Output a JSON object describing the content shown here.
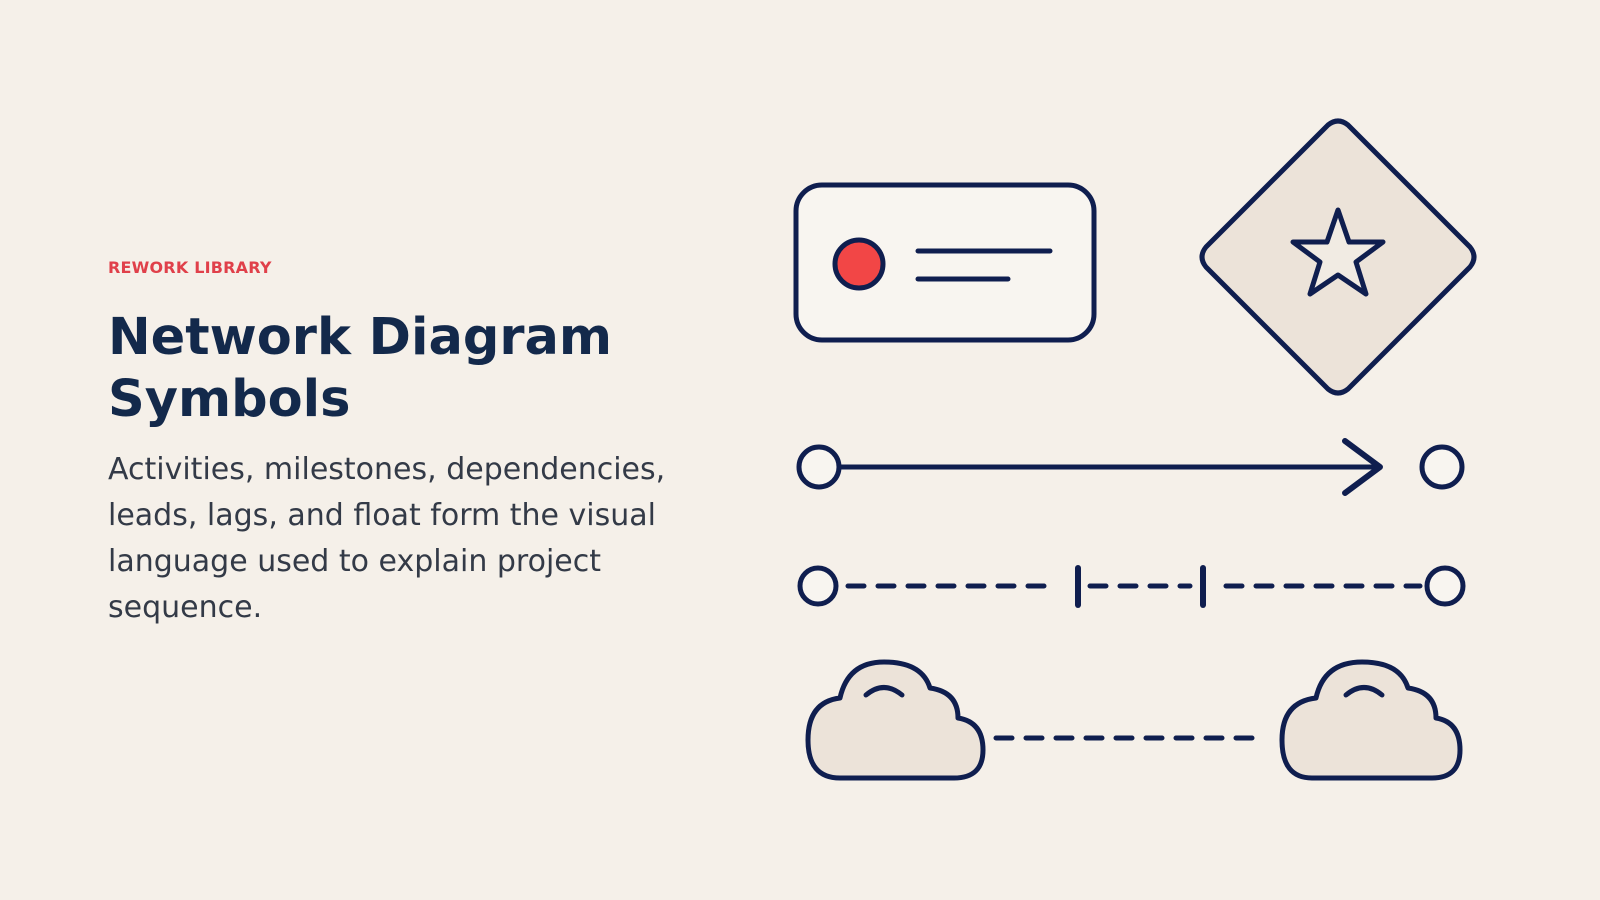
{
  "header": {
    "eyebrow": "REWORK LIBRARY",
    "title": "Network Diagram Symbols",
    "description": "Activities, milestones, dependencies, leads, lags, and float form the visual language used to explain project sequence."
  },
  "colors": {
    "background": "#f5f0e9",
    "accent": "#e0404a",
    "navy": "#0f1e4f",
    "title": "#13294b",
    "shape_fill": "#ece3d9",
    "card_fill": "#f8f5f0"
  },
  "symbols": [
    {
      "name": "activity-node",
      "icon": "activity-card-icon"
    },
    {
      "name": "milestone",
      "icon": "star-diamond-icon"
    },
    {
      "name": "dependency",
      "icon": "arrow-connector-icon"
    },
    {
      "name": "lead-lag",
      "icon": "dashed-connector-icon"
    },
    {
      "name": "float",
      "icon": "cloud-link-icon"
    }
  ]
}
